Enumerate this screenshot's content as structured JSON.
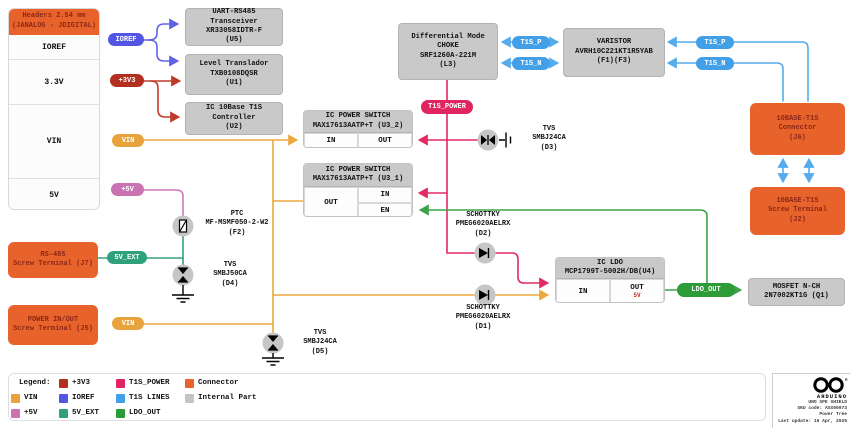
{
  "colors": {
    "connector_orange": "#E8632C",
    "internal_gray": "#C9C9C9",
    "vin_yellow": "#E8A33C",
    "p3v3_red": "#B3301F",
    "p5v_pink": "#C973B2",
    "ioref_blue": "#5456E3",
    "v5ext_teal": "#2FA17C",
    "t1s_power_crimson": "#E02560",
    "t1s_lines_blue": "#42A0E8",
    "ldo_out_green": "#2C9C38"
  },
  "header_table": {
    "title": "Headers 2.54 mm\n(JANALOG - JDIGITAL)",
    "rows": [
      "IOREF",
      "3.3V",
      "VIN",
      "5V"
    ]
  },
  "pills": {
    "ioref": "IOREF",
    "p3v3": "+3V3",
    "vin": "VIN",
    "p5v": "+5V",
    "v5ext": "5V_EXT",
    "vin_j5": "VIN",
    "t1s_power": "T1S_POWER",
    "t1s_p": "T1S_P",
    "t1s_n": "T1S_N",
    "ldo_out": "LDO_OUT"
  },
  "blocks": {
    "u5": "UART-RS485\nTransceiver\nXR33058IDTR-F\n(U5)",
    "u1": "Level Translador\nTXB0108DQSR\n(U1)",
    "u2": "IC 10Base T1S\nController\n(U2)",
    "l3": "Differential Mode\nCHOKE\nSRF1260A-221M\n(L3)",
    "f1f3": "VARISTOR\nAVRH10C221KT1R5YAB\n(F1)(F3)",
    "j6": "10BASE-T1S\nConnector\n(J6)",
    "j2": "10BASE-T1S\nScrew Terminal\n(J2)",
    "j7": "RS-485\nScrew Terminal (J7)",
    "j5": "POWER IN/OUT\nScrew Terminal (J5)",
    "q1": "MOSFET N-CH\n2N7002KT1G (Q1)",
    "u3_2": {
      "title": "IC POWER SWITCH\nMAX17613AATP+T (U3_2)",
      "in": "IN",
      "out": "OUT"
    },
    "u3_1": {
      "title": "IC POWER SWITCH\nMAX17613AATP+T (U3_1)",
      "out": "OUT",
      "in": "IN",
      "en": "EN"
    },
    "u4": {
      "title": "IC LDO\nMCP1799T-5002H/DB(U4)",
      "in": "IN",
      "out": "OUT",
      "out_sub": "5V"
    }
  },
  "components": {
    "f2": "PTC\nMF-MSMF050-2-W2\n(F2)",
    "d4": "TVS\nSMBJ50CA\n(D4)",
    "d5": "TVS\nSMBJ24CA\n(D5)",
    "d3": "TVS\nSMBJ24CA\n(D3)",
    "d2": "SCHOTTKY\nPMEG6020AELRX\n(D2)",
    "d1": "SCHOTTKY\nPMEG6020AELRX\n(D1)"
  },
  "legend": {
    "title": "Legend:",
    "items": [
      {
        "label": "+3V3"
      },
      {
        "label": "VIN"
      },
      {
        "label": "+5V"
      },
      {
        "label": "IOREF"
      },
      {
        "label": "5V_EXT"
      },
      {
        "label": "T1S_POWER"
      },
      {
        "label": "T1S LINES"
      },
      {
        "label": "LDO_OUT"
      },
      {
        "label": "Connector"
      },
      {
        "label": "Internal Part"
      }
    ]
  },
  "footer": {
    "brand": "ARDUINO",
    "reg": "®",
    "info": "UNO SPE SHIELD\nSKU code: ASX00073\nPower Tree\nLast update: 16 Apr, 2025"
  }
}
